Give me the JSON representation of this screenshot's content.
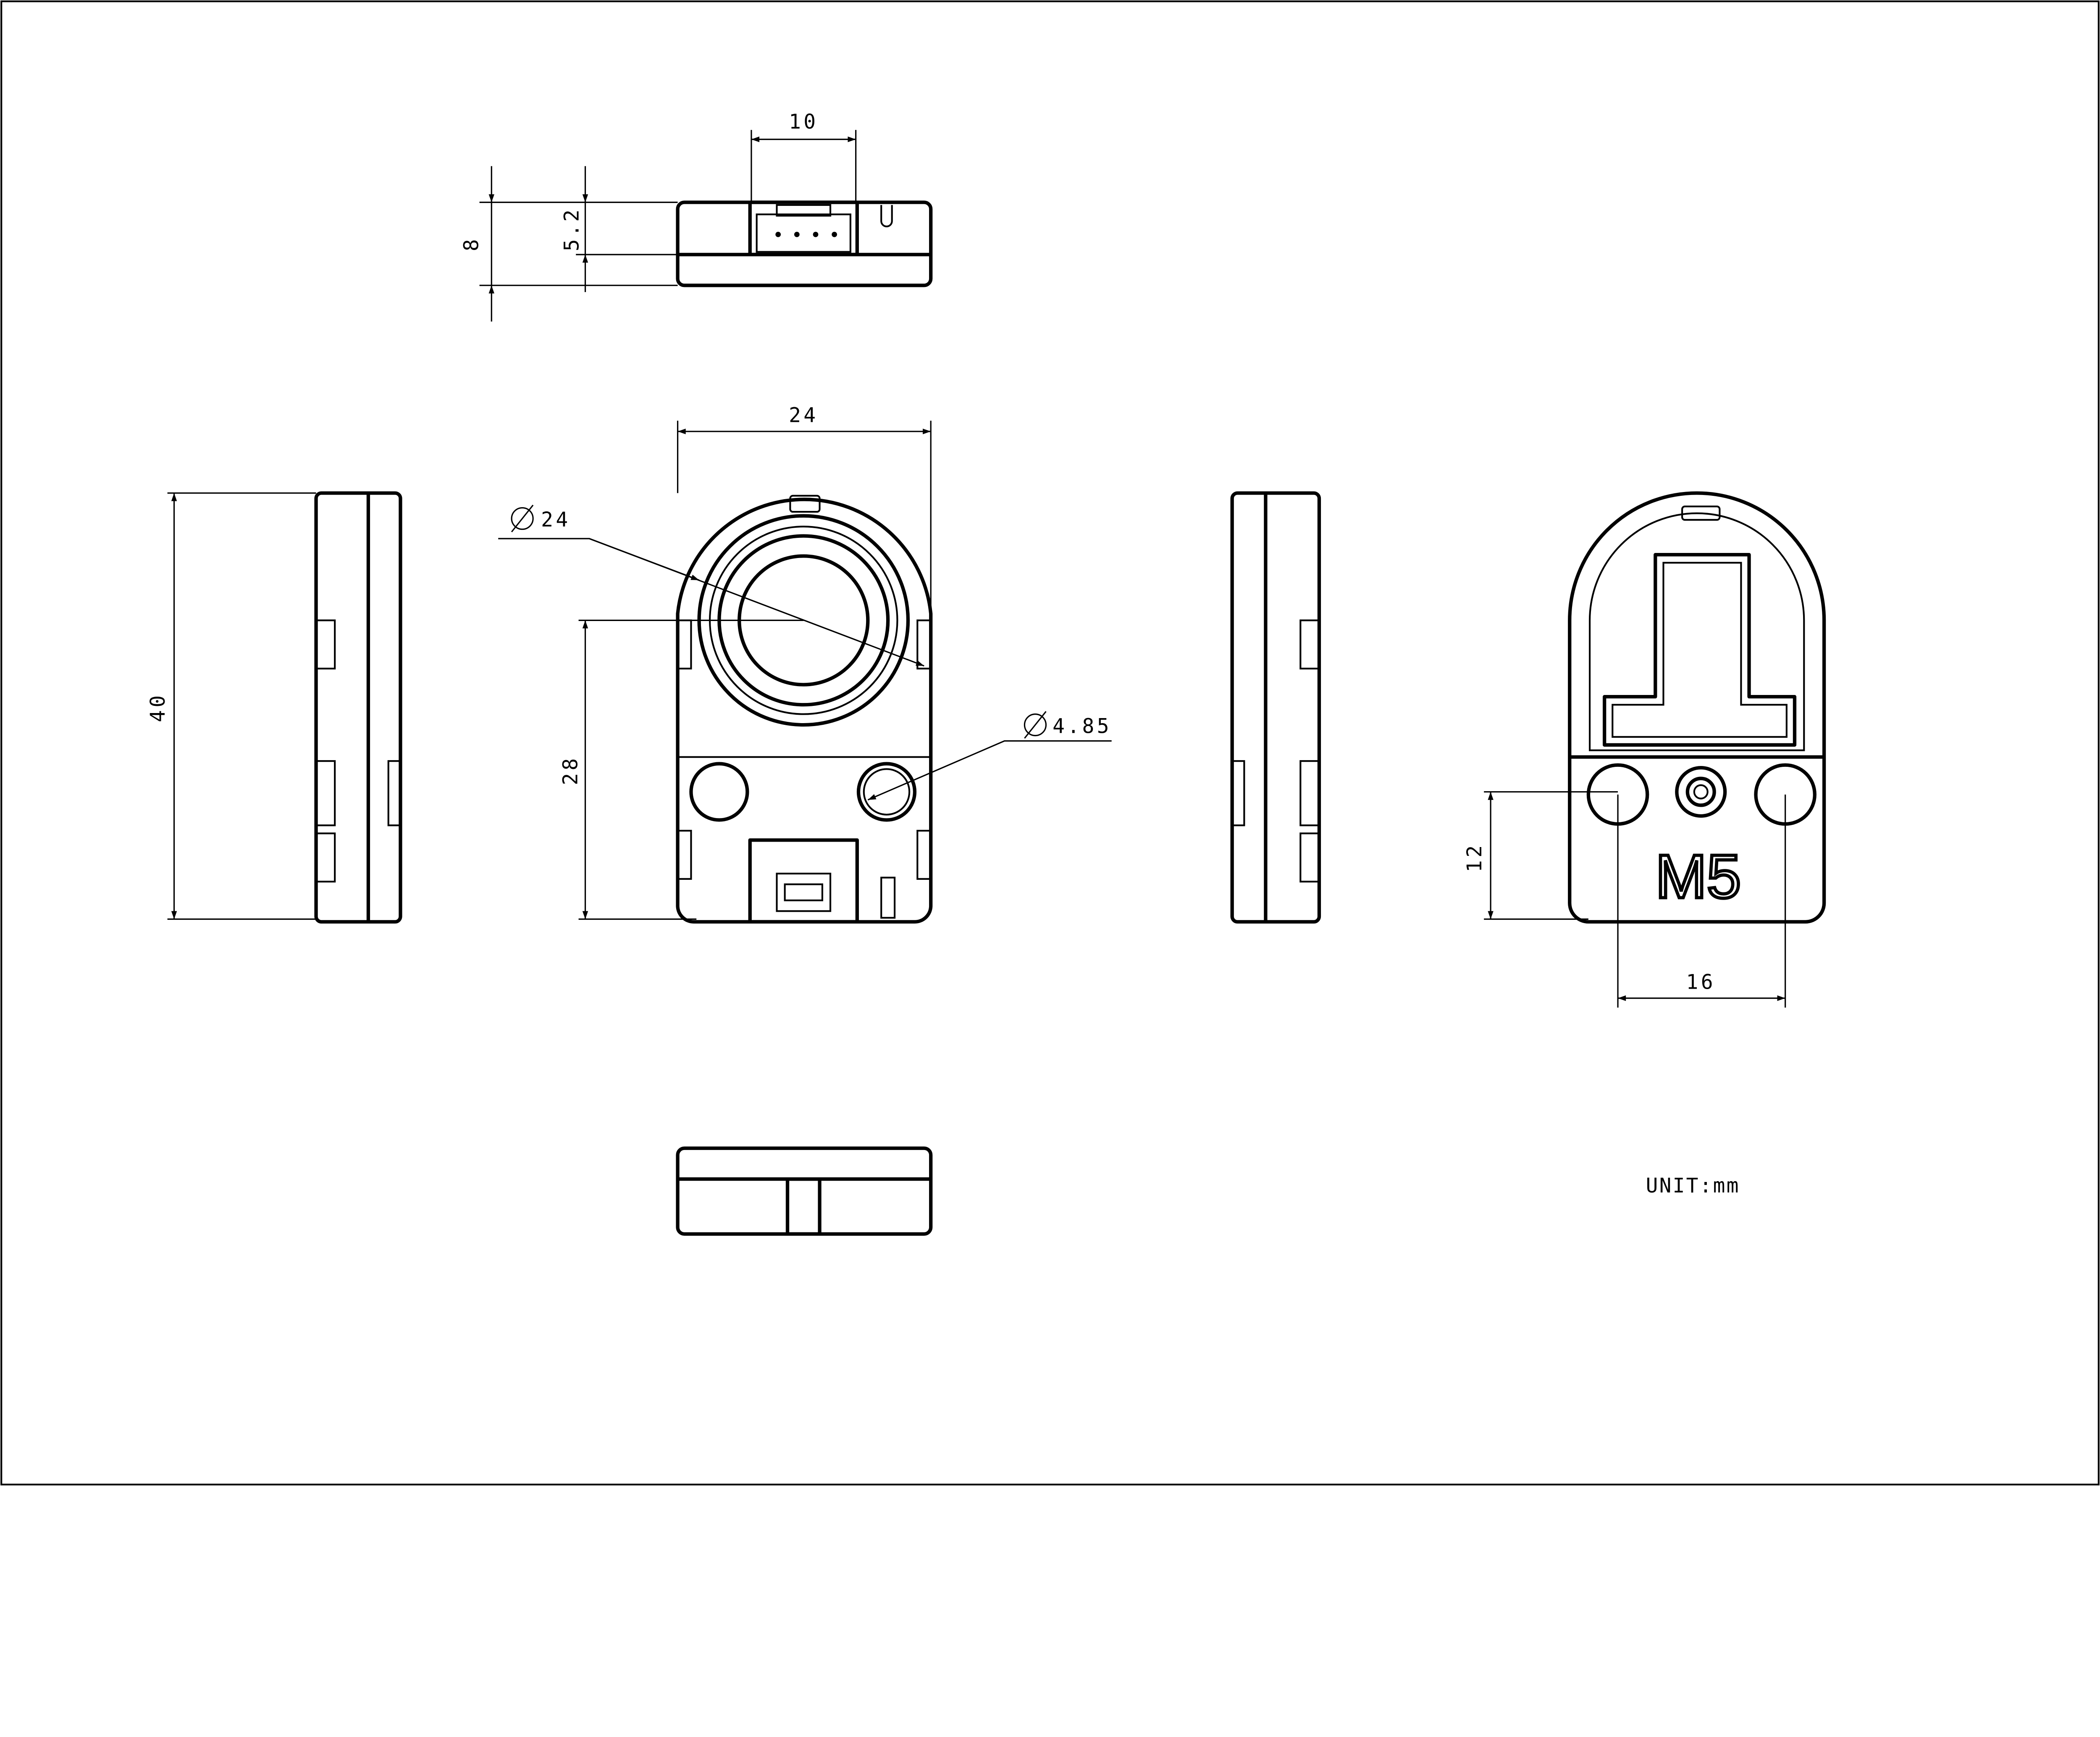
{
  "drawing": {
    "dimensions": {
      "top_connector_width": "10",
      "total_height": "8",
      "connector_height": "5.2",
      "body_width": "24",
      "ring_diameter": "24",
      "ring_center_height": "28",
      "hole_diameter": "4.85",
      "body_length": "40",
      "hole_height": "12",
      "hole_spacing": "16"
    },
    "logo_text": "M5",
    "unit_label": "UNIT:mm"
  }
}
